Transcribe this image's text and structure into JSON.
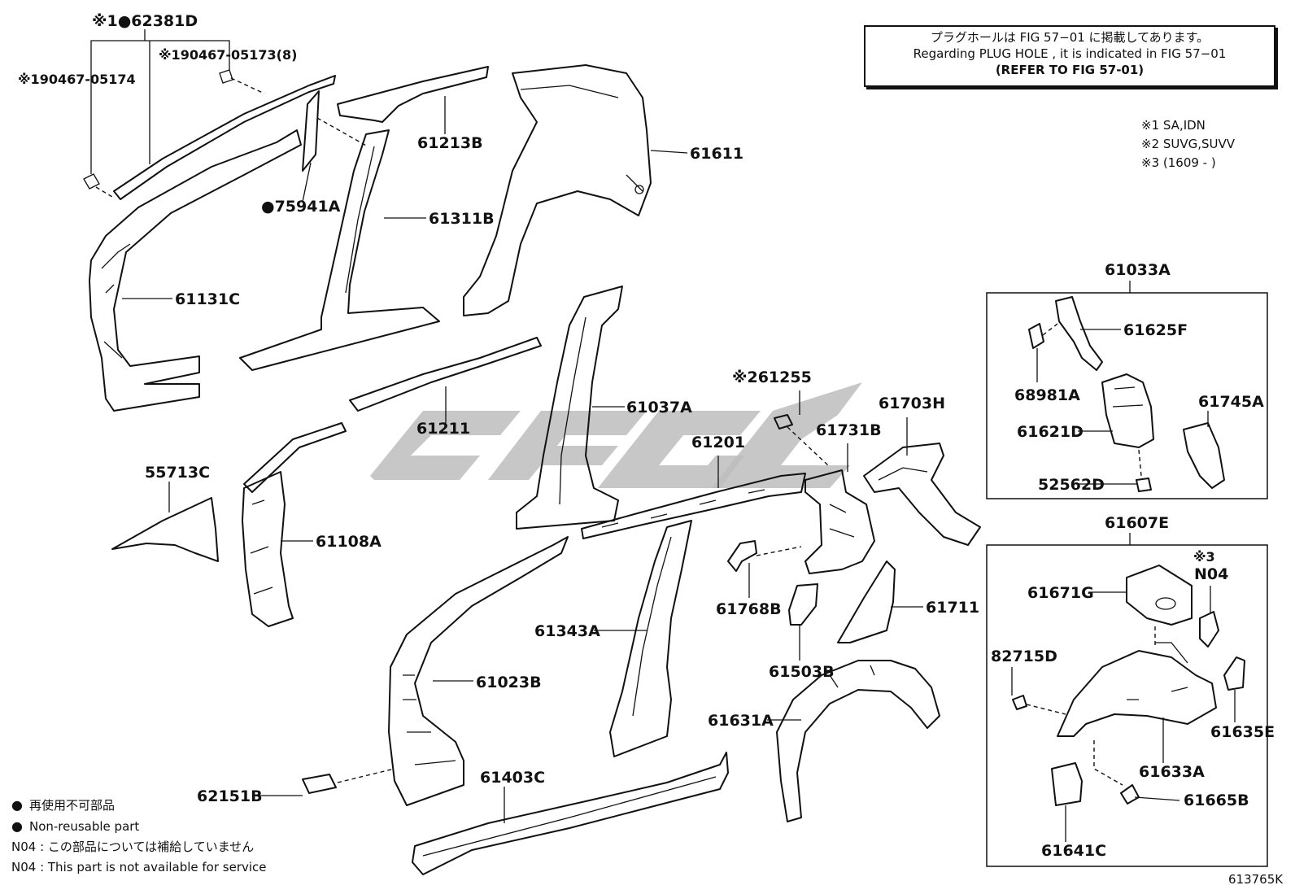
{
  "note": {
    "line_jp": "プラグホールは FIG 57−01 に掲載してあります。",
    "line_en": "Regarding PLUG HOLE , it is indicated in FIG 57−01",
    "line_ref": "(REFER TO FIG 57-01)"
  },
  "variants": [
    "※1 SA,IDN",
    "※2 SUVG,SUVV",
    "※3 (1609 -     )"
  ],
  "parts": {
    "p62381D": "※1●62381D",
    "p90467_05173": "※190467-05173(8)",
    "p90467_05174": "※190467-05174",
    "p61213B": "61213B",
    "p61611": "61611",
    "p75941A": "●75941A",
    "p61311B": "61311B",
    "p61131C": "61131C",
    "p61211": "61211",
    "p61037A": "61037A",
    "p61255": "※261255",
    "p61703H": "61703H",
    "p61731B": "61731B",
    "p61201": "61201",
    "p55713C": "55713C",
    "p61108A": "61108A",
    "p61768B": "61768B",
    "p61711": "61711",
    "p61343A": "61343A",
    "p61023B": "61023B",
    "p61503B": "61503B",
    "p61631A": "61631A",
    "p62151B": "62151B",
    "p61403C": "61403C",
    "p61033A": "61033A",
    "p61625F": "61625F",
    "p68981A": "68981A",
    "p61745A": "61745A",
    "p61621D": "61621D",
    "p52562D": "52562D",
    "p61607E": "61607E",
    "p61671G": "61671G",
    "pN04": "N04",
    "pN04_mark": "※3",
    "p82715D": "82715D",
    "p61635E": "61635E",
    "p61633A": "61633A",
    "p61665B": "61665B",
    "p61641C": "61641C"
  },
  "legend": {
    "jp_nonreusable": "再使用不可部品",
    "en_nonreusable": "Non-reusable part",
    "n04_jp": "N04 : この部品については補給していません",
    "n04_en": "N04 : This part is not available for service"
  },
  "figure_id": "613765K"
}
